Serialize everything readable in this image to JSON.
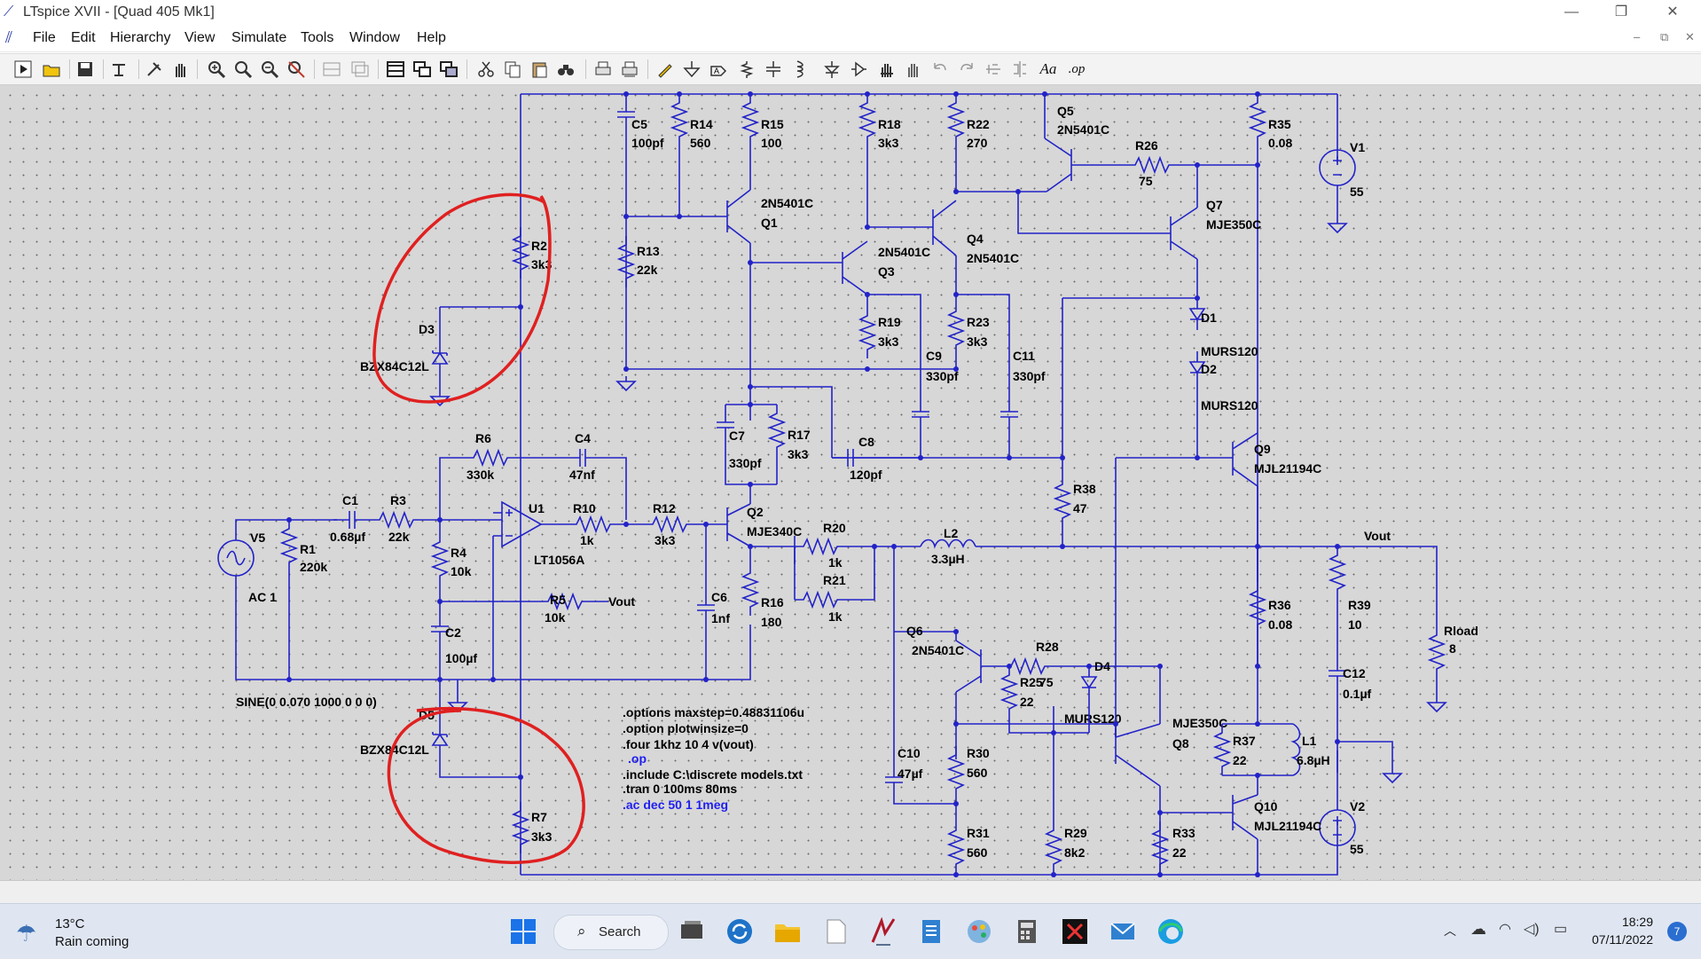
{
  "window": {
    "title": "LTspice XVII - [Quad 405 Mk1]",
    "min": "—",
    "restore": "❐",
    "close": "✕"
  },
  "menu": [
    "File",
    "Edit",
    "Hierarchy",
    "View",
    "Simulate",
    "Tools",
    "Window",
    "Help"
  ],
  "toolbar_icons": [
    "run-icon",
    "open-icon",
    "save-icon",
    "control-panel-icon",
    "probe-icon",
    "pan-icon",
    "zoom-in-icon",
    "zoom-area-icon",
    "zoom-out-icon",
    "zoom-fit-icon",
    "tile-icon",
    "cascade-icon",
    "window-icon",
    "window2-icon",
    "window3-icon",
    "cut-icon",
    "copy-icon",
    "paste-icon",
    "find-icon",
    "print-icon",
    "print-setup-icon",
    "pencil-icon",
    "ground-icon",
    "label-icon",
    "resistor-icon",
    "capacitor-icon",
    "inductor-icon",
    "diode-icon",
    "component-icon",
    "move-icon",
    "drag-icon",
    "undo-icon",
    "redo-icon",
    "rotate-icon",
    "mirror-icon",
    "text-icon",
    "spice-directive-icon"
  ],
  "toolbar_text": {
    "text_tool": "Aa",
    "op_tool": ".op"
  },
  "components": {
    "C5": [
      "C5",
      "100pf"
    ],
    "R14": [
      "R14",
      "560"
    ],
    "R15": [
      "R15",
      "100"
    ],
    "R18": [
      "R18",
      "3k3"
    ],
    "R22": [
      "R22",
      "270"
    ],
    "Q5": [
      "Q5",
      "2N5401C"
    ],
    "R35": [
      "R35",
      "0.08"
    ],
    "V1": [
      "V1",
      "55"
    ],
    "R26": [
      "R26",
      "75"
    ],
    "Q1": [
      "2N5401C",
      "Q1"
    ],
    "Q7": [
      "Q7",
      "MJE350C"
    ],
    "R2": [
      "R2",
      "3k3"
    ],
    "R13": [
      "R13",
      "22k"
    ],
    "Q3": [
      "2N5401C",
      "Q3"
    ],
    "Q4": [
      "Q4",
      "2N5401C"
    ],
    "D1": [
      "D1",
      "MURS120"
    ],
    "D2": [
      "D2",
      "MURS120"
    ],
    "D3": [
      "D3",
      "BZX84C12L"
    ],
    "R19": [
      "R19",
      "3k3"
    ],
    "R23": [
      "R23",
      "3k3"
    ],
    "C9": [
      "C9",
      "330pf"
    ],
    "C11": [
      "C11",
      "330pf"
    ],
    "R6": [
      "R6",
      "330k"
    ],
    "C4": [
      "C4",
      "47nf"
    ],
    "C7": [
      "C7",
      "330pf"
    ],
    "R17": [
      "R17",
      "3k3"
    ],
    "C8": [
      "C8",
      "120pf"
    ],
    "Q9": [
      "Q9",
      "MJL21194C"
    ],
    "R38": [
      "R38",
      "47"
    ],
    "V5": [
      "V5",
      "AC 1"
    ],
    "C1": [
      "C1",
      "0.68µf"
    ],
    "R3": [
      "R3",
      "22k"
    ],
    "U1": [
      "U1",
      "LT1056A"
    ],
    "R10": [
      "R10",
      "1k"
    ],
    "R12": [
      "R12",
      "3k3"
    ],
    "Q2": [
      "Q2",
      "MJE340C"
    ],
    "R20": [
      "R20",
      "1k"
    ],
    "L2": [
      "L2",
      "3.3µH"
    ],
    "R1": [
      "R1",
      "220k"
    ],
    "R4": [
      "R4",
      "10k"
    ],
    "R21": [
      "R21",
      "1k"
    ],
    "R5": [
      "R5",
      "10k"
    ],
    "C6": [
      "C6",
      "1nf"
    ],
    "R16": [
      "R16",
      "180"
    ],
    "R36": [
      "R36",
      "0.08"
    ],
    "R39": [
      "R39",
      "10"
    ],
    "Rload": [
      "Rload",
      "8"
    ],
    "C2": [
      "C2",
      "100µf"
    ],
    "Q6": [
      "Q6",
      "2N5401C"
    ],
    "R28": [
      "R28",
      "75"
    ],
    "D4": [
      "D4",
      "MURS120"
    ],
    "R25": [
      "R25",
      "22"
    ],
    "C12": [
      "C12",
      "0.1µf"
    ],
    "D5": [
      "D5",
      "BZX84C12L"
    ],
    "Q8": [
      "MJE350C",
      "Q8"
    ],
    "R37": [
      "R37",
      "22"
    ],
    "L1": [
      "L1",
      "6.8µH"
    ],
    "C10": [
      "C10",
      "47µf"
    ],
    "R30": [
      "R30",
      "560"
    ],
    "R7": [
      "R7",
      "3k3"
    ],
    "Q10": [
      "Q10",
      "MJL21194C"
    ],
    "V2": [
      "V2",
      "55"
    ],
    "R31": [
      "R31",
      "560"
    ],
    "R29": [
      "R29",
      "8k2"
    ],
    "R33": [
      "R33",
      "22"
    ]
  },
  "net_labels": {
    "vout_top": "Vout",
    "vout_r5": "Vout"
  },
  "source_spec": "SINE(0 0.070 1000 0 0 0)",
  "directives": [
    ".options maxstep=0.48831106u",
    ".option plotwinsize=0",
    ".four 1khz 10 4 v(vout)",
    ".op",
    ".include C:\\discrete models.txt",
    ".tran 0 100ms 80ms",
    ".ac dec 50 1 1meg"
  ],
  "annotation_color": "#e02020",
  "wire_color": "#2222c9",
  "taskbar": {
    "weather_temp": "13°C",
    "weather_desc": "Rain coming",
    "search": "Search",
    "time": "18:29",
    "date": "07/11/2022",
    "notif_count": "7"
  }
}
